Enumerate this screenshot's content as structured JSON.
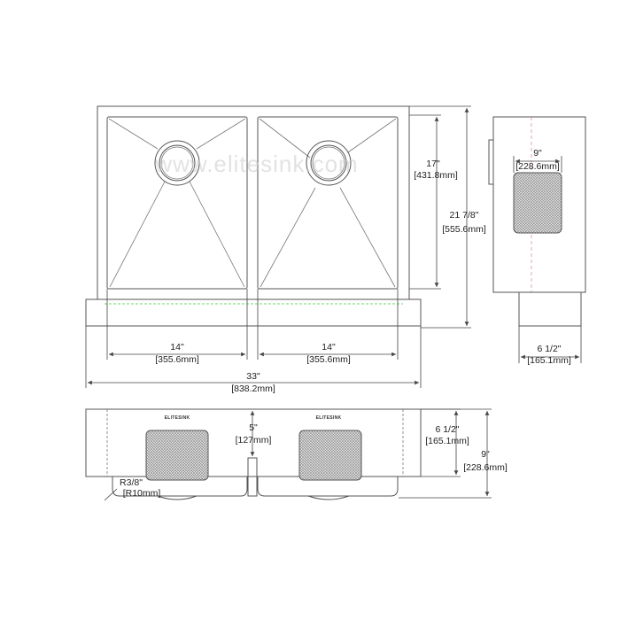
{
  "watermark": "www.elitesink.com",
  "brand_label": "ELITESINK",
  "dimensions": {
    "bowl_depth_front": {
      "imperial": "17\"",
      "metric": "[431.8mm]"
    },
    "overall_depth": {
      "imperial": "21 7/8\"",
      "metric": "[555.6mm]"
    },
    "left_bowl_width": {
      "imperial": "14\"",
      "metric": "[355.6mm]"
    },
    "right_bowl_width": {
      "imperial": "14\"",
      "metric": "[355.6mm]"
    },
    "overall_width": {
      "imperial": "33\"",
      "metric": "[838.2mm]"
    },
    "side_grid_width": {
      "imperial": "9\"",
      "metric": "[228.6mm]"
    },
    "side_apron_depth": {
      "imperial": "6 1/2\"",
      "metric": "[165.1mm]"
    },
    "center_divider_height": {
      "imperial": "5\"",
      "metric": "[127mm]"
    },
    "front_apron_height": {
      "imperial": "6 1/2\"",
      "metric": "[165.1mm]"
    },
    "overall_height": {
      "imperial": "9\"",
      "metric": "[228.6mm]"
    },
    "corner_radius": {
      "imperial": "R3/8\"",
      "metric": "[R10mm]"
    }
  },
  "colors": {
    "line": "#555555",
    "hidden_line": "#33cc33",
    "center_line": "#cc6699",
    "text": "#222222"
  }
}
